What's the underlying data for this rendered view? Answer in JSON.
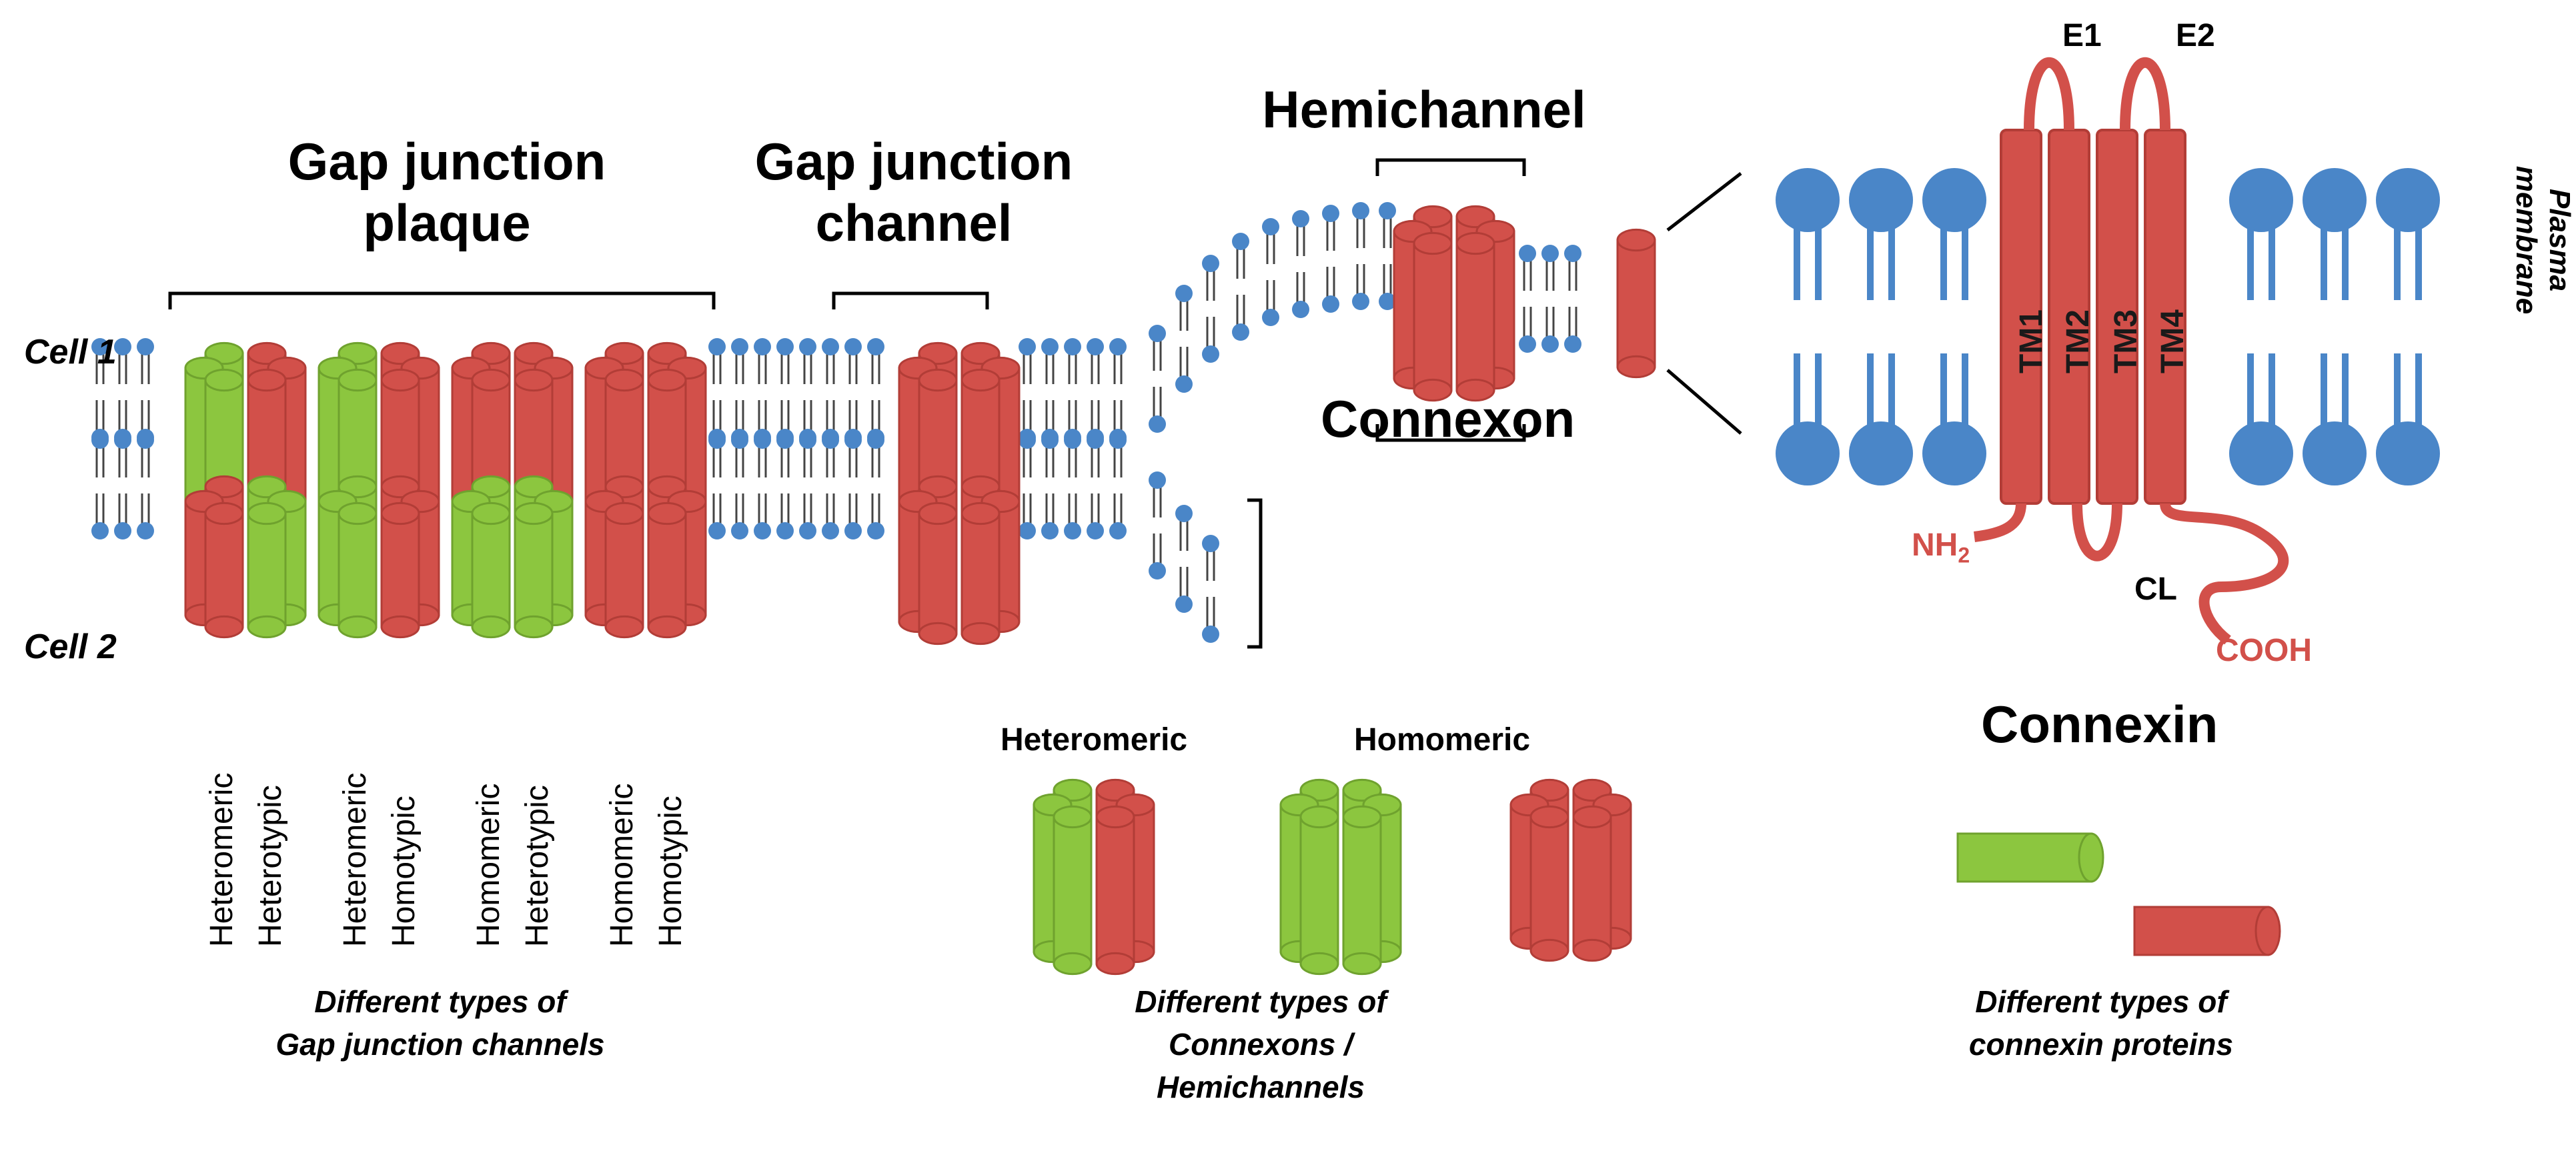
{
  "titles": {
    "gap_plaque": "Gap junction plaque",
    "gap_plaque_l1": "Gap junction",
    "gap_plaque_l2": "plaque",
    "gap_channel_l1": "Gap junction",
    "gap_channel_l2": "channel",
    "hemichannel": "Hemichannel",
    "connexon": "Connexon",
    "connexin": "Connexin"
  },
  "cells": {
    "cell1": "Cell 1",
    "cell2": "Cell 2"
  },
  "channel_types": [
    {
      "line1": "Heteromeric",
      "line2": "Heterotypic"
    },
    {
      "line1": "Heteromeric",
      "line2": "Homotypic"
    },
    {
      "line1": "Homomeric",
      "line2": "Heterotypic"
    },
    {
      "line1": "Homomeric",
      "line2": "Homotypic"
    }
  ],
  "connexon_types": {
    "heteromeric": "Heteromeric",
    "homomeric": "Homomeric"
  },
  "captions": {
    "channels_l1": "Different types of",
    "channels_l2": "Gap junction channels",
    "connexons_l1": "Different types of",
    "connexons_l2": "Connexons /",
    "connexons_l3": "Hemichannels",
    "proteins_l1": "Different types of",
    "proteins_l2": "connexin proteins"
  },
  "topology": {
    "tm": [
      "TM1",
      "TM2",
      "TM3",
      "TM4"
    ],
    "e1": "E1",
    "e2": "E2",
    "cl": "CL",
    "nh2": "NH",
    "nh2_sub": "2",
    "cooh": "COOH",
    "plasma_l1": "Plasma",
    "plasma_l2": "membrane"
  },
  "colors": {
    "lipid": "#4a86c8",
    "red": "#d2504a",
    "red_dark": "#b23d37",
    "green": "#8cc63f",
    "green_dark": "#6fa22e"
  }
}
